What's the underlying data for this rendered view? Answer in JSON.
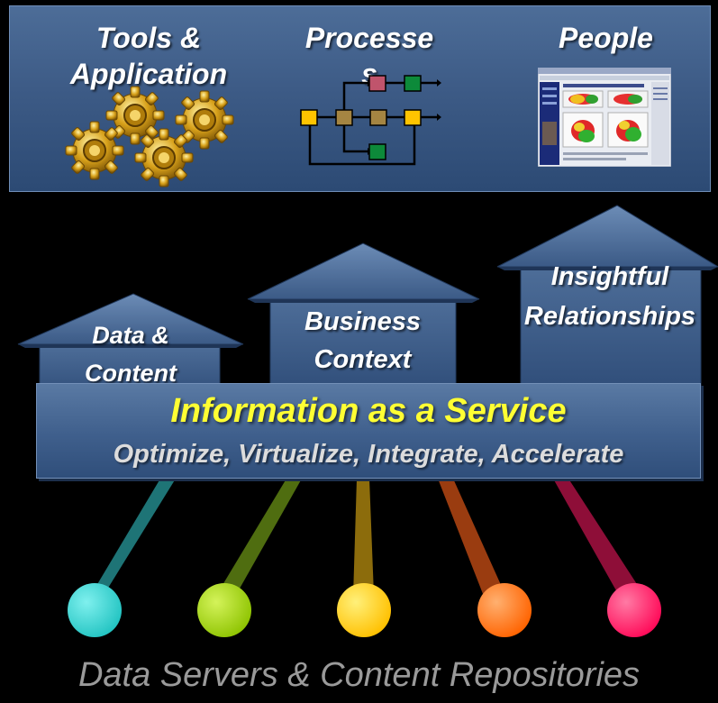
{
  "top": {
    "tools_label_line1": "Tools &",
    "tools_label_line2": "Application",
    "processes_label": "Processe",
    "processes_overflow": "s",
    "people_label": "People",
    "icons": [
      "gears-icon",
      "process-flow-icon",
      "webpage-screenshot-icon"
    ]
  },
  "pillars": [
    {
      "label_line1": "Data &",
      "label_line2": "Content"
    },
    {
      "label_line1": "Business",
      "label_line2": "Context"
    },
    {
      "label_line1": "Insightful",
      "label_line2": "Relationships"
    }
  ],
  "service": {
    "title": "Information as a Service",
    "subtitle": "Optimize, Virtualize, Integrate, Accelerate"
  },
  "sources": {
    "colors": [
      "#23c4c2",
      "#8fc402",
      "#ffc000",
      "#ff6300",
      "#ff0a58"
    ],
    "beam_colors": [
      "#1e7476",
      "#4f6d10",
      "#8c6c0c",
      "#9a3c10",
      "#8e0e38"
    ]
  },
  "footer": "Data Servers & Content Repositories",
  "colors": {
    "panel": "#3d5b86",
    "highlight_text": "#ffff33"
  }
}
